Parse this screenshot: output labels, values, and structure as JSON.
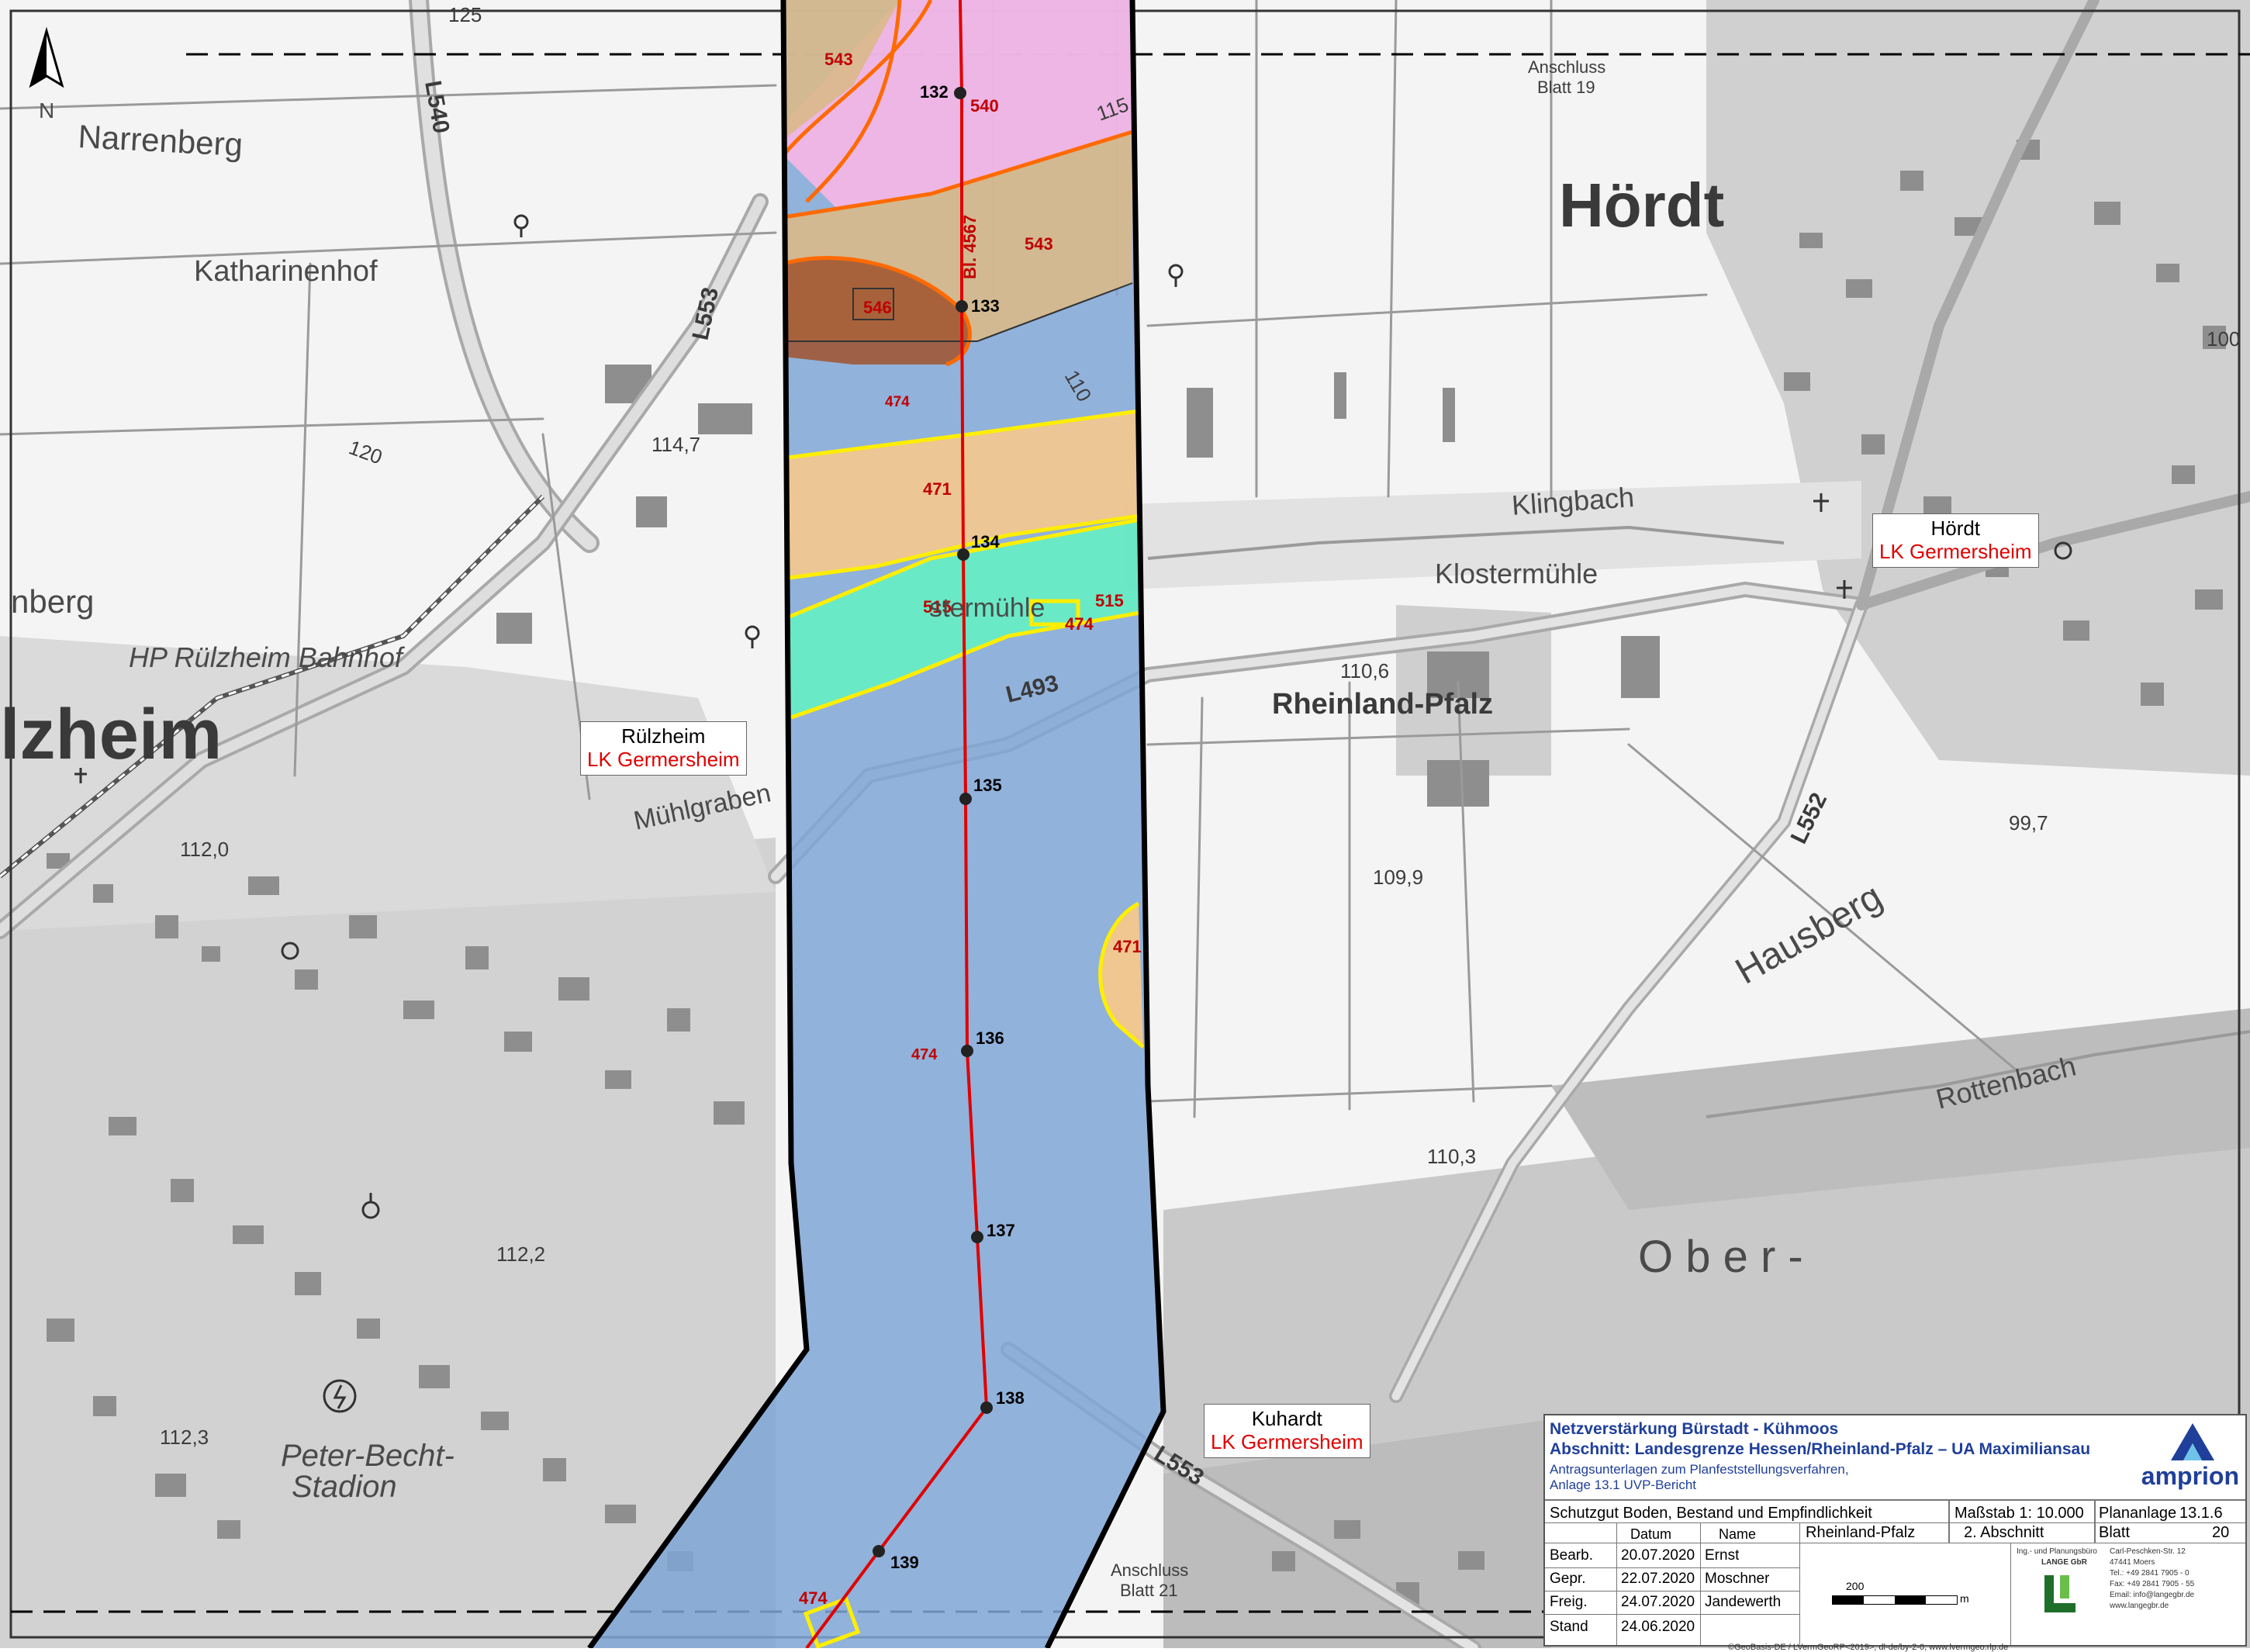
{
  "map": {
    "places": {
      "narrenberg": "Narrenberg",
      "katharinenhof": "Katharinenhof",
      "nberg": "nberg",
      "hp_bahnhof": "HP Rülzheim Bahnhof",
      "izheim": "lzheim",
      "hoerdt": "Hördt",
      "klingbach": "Klingbach",
      "klostermuehle": "Klostermühle",
      "rheinland_pfalz": "Rheinland-Pfalz",
      "hausberg": "Hausberg",
      "rottenbach": "Rottenbach",
      "ober": "O b e r -",
      "peter_becht": "Peter-Becht-",
      "stadion": "Stadion",
      "muehlgraben": "Mühlgraben",
      "stermuehle": "stermühle"
    },
    "roads": {
      "l540": "L540",
      "l553": "L553",
      "l493": "L493",
      "l552": "L552",
      "l553b": "L553"
    },
    "elevations": {
      "e114_7": "114,7",
      "e112_0": "112,0",
      "e112_2": "112,2",
      "e112_3": "112,3",
      "e110_6": "110,6",
      "e109_9": "109,9",
      "e110_3": "110,3",
      "e99_7": "99,7",
      "e100": "100",
      "e120": "120",
      "e115": "115",
      "e110": "110",
      "e125": "125"
    },
    "north_label": "N",
    "anschluss_19": [
      "Anschluss",
      "Blatt 19"
    ],
    "anschluss_21": [
      "Anschluss",
      "Blatt 21"
    ],
    "line_label": "Bl. 4567",
    "soil_codes": {
      "c543a": "543",
      "c540": "540",
      "c543b": "543",
      "c546": "546",
      "c474a": "474",
      "c471a": "471",
      "c515a": "515",
      "c515b": "515",
      "c474b": "474",
      "c471b": "471",
      "c474c": "474",
      "c474d": "474"
    },
    "masts": [
      "132",
      "133",
      "134",
      "135",
      "136",
      "137",
      "138",
      "139"
    ],
    "colors": {
      "corridor_blue": "#7fa6d6",
      "pink": "#f7b6e6",
      "tan": "#d9b98a",
      "brown": "#a0522d",
      "peach": "#f6c88c",
      "mint": "#66eec3",
      "line_red": "#e00000",
      "border_orange": "#ff6a00",
      "border_yellow": "#ffee00"
    }
  },
  "label_boxes": {
    "ruelzheim": {
      "name": "Rülzheim",
      "district": "LK Germersheim"
    },
    "hoerdt": {
      "name": "Hördt",
      "district": "LK Germersheim"
    },
    "kuhardt": {
      "name": "Kuhardt",
      "district": "LK Germersheim"
    }
  },
  "title_block": {
    "project": "Netzverstärkung Bürstadt - Kühmoos",
    "section": "Abschnitt: Landesgrenze Hessen/Rheinland-Pfalz – UA Maximiliansau",
    "doc1": "Antragsunterlagen zum Planfeststellungsverfahren,",
    "doc2": "Anlage 13.1 UVP-Bericht",
    "logo": "amprion",
    "subject": "Schutzgut Boden, Bestand und Empfindlichkeit",
    "scale": "Maßstab 1: 10.000",
    "plan_label": "Plananlage",
    "plan_value": "13.1.6",
    "col_datum": "Datum",
    "col_name": "Name",
    "region": "Rheinland-Pfalz",
    "abschnitt": "2. Abschnitt",
    "blatt_label": "Blatt",
    "blatt_value": "20",
    "rows": [
      {
        "role": "Bearb.",
        "date": "20.07.2020",
        "name": "Ernst"
      },
      {
        "role": "Gepr.",
        "date": "22.07.2020",
        "name": "Moschner"
      },
      {
        "role": "Freig.",
        "date": "24.07.2020",
        "name": "Jandewerth"
      },
      {
        "role": "Stand",
        "date": "24.06.2020",
        "name": ""
      }
    ],
    "scalebar_value": "200",
    "scalebar_unit": "m",
    "office1": "Ing.- und Planungsbüro",
    "office2": "LANGE GbR",
    "address": [
      "Carl-Peschken-Str. 12",
      "47441 Moers",
      "Tel.: +49 2841 7905 - 0",
      "Fax: +49 2841 7905 - 55",
      "Email: info@langegbr.de",
      "www.langegbr.de"
    ],
    "copyright": "©GeoBasis-DE / LVermGeoRP<2019>, dl-de/by-2-0, www.lvermgeo.rlp.de"
  }
}
